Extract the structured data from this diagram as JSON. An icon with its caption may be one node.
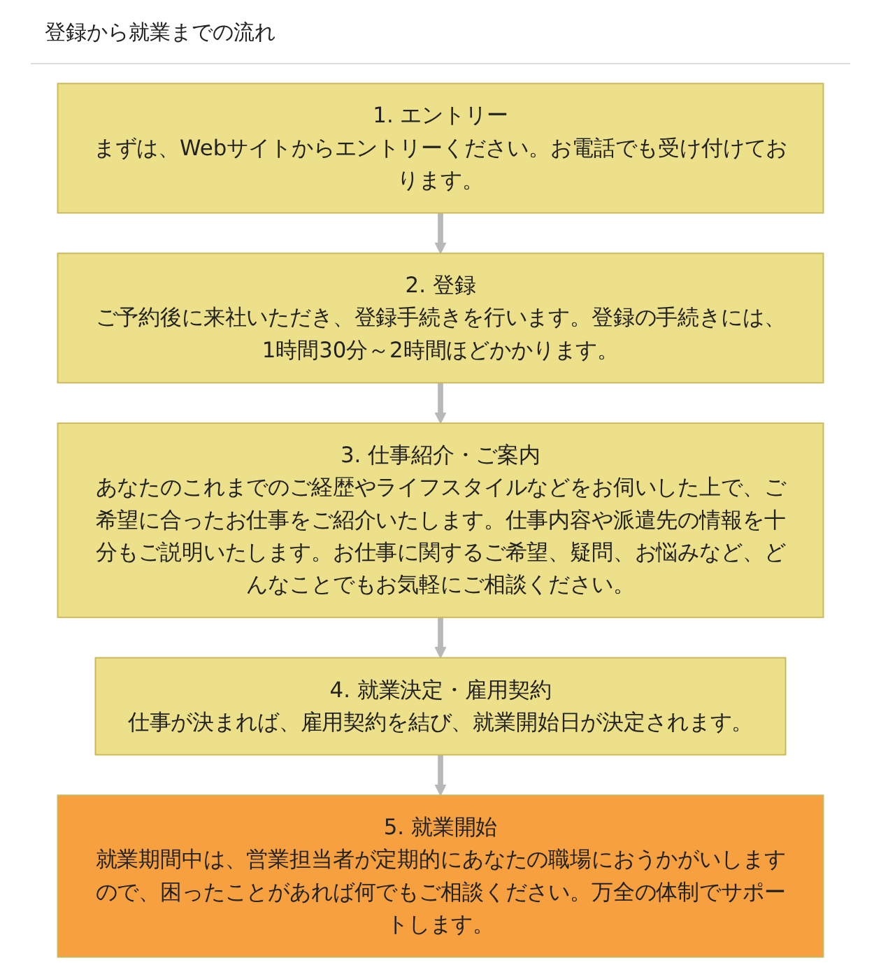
{
  "diagram": {
    "title": "登録から就業までの流れ",
    "nodes": [
      {
        "text": [
          "1. エントリー",
          "まずは、Webサイトからエントリーください。お電話でも受け付けております。"
        ]
      },
      {
        "text": [
          "2. 登録",
          "ご予約後に来社いただき、登録手続きを行います。登録の手続きには、1時間30分～2時間ほどかかります。"
        ]
      },
      {
        "text": [
          "3. 仕事紹介・ご案内",
          "あなたのこれまでのご経歴やライフスタイルなどをお伺いした上で、ご希望に合ったお仕事をご紹介いたします。仕事内容や派遣先の情報を十分もご説明いたします。お仕事に関するご希望、疑問、お悩みなど、どんなことでもお気軽にご相談ください。"
        ]
      },
      {
        "text": [
          "4. 就業決定・雇用契約",
          "仕事が決まれば、雇用契約を結び、就業開始日が決定されます。"
        ]
      },
      {
        "text": [
          "5. 就業開始",
          "就業期間中は、営業担当者が定期的にあなたの職場におうかがいしますので、困ったことがあれば何でもご相談ください。万全の体制でサポートします。"
        ]
      }
    ],
    "edges": [
      {
        "from": 0,
        "to": 1,
        "arrow": "to"
      },
      {
        "from": 1,
        "to": 2,
        "arrow": "to"
      },
      {
        "from": 2,
        "to": 3,
        "arrow": "to"
      },
      {
        "from": 3,
        "to": 4,
        "arrow": "to"
      }
    ]
  }
}
